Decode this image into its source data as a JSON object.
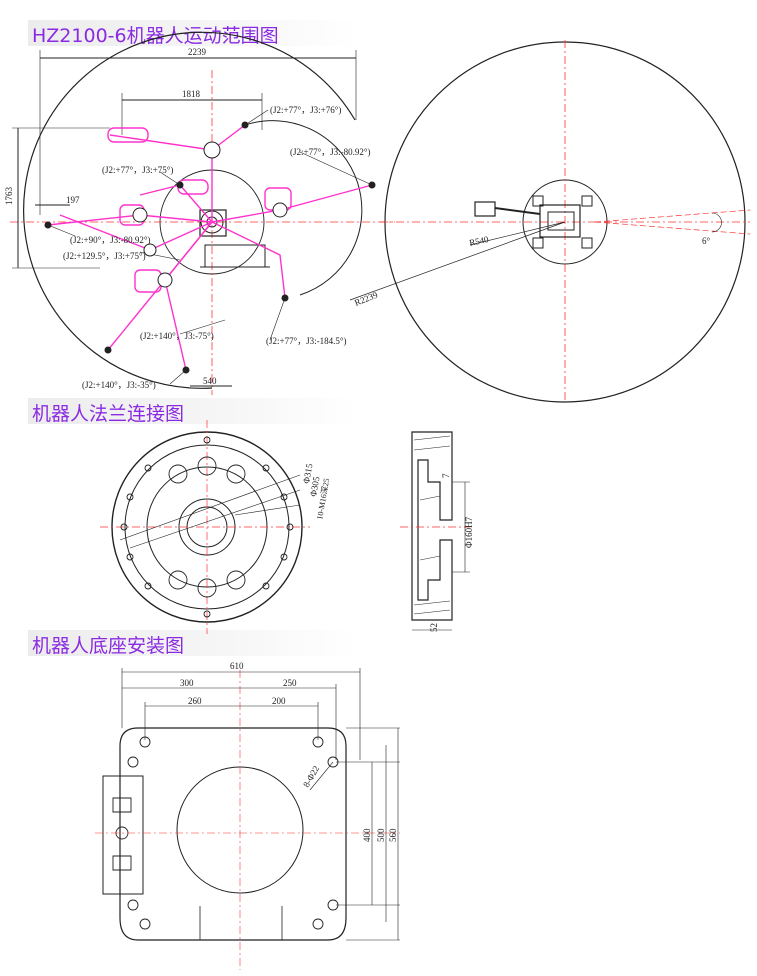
{
  "sections": {
    "range_title": "HZ2100-6机器人运动范围图",
    "flange_title": "机器人法兰连接图",
    "base_title": "机器人底座安装图"
  },
  "range": {
    "dims": {
      "d2239": "2239",
      "d1818": "1818",
      "d1763": "1763",
      "d197": "197",
      "d540": "540",
      "r540": "R540",
      "r2239": "R2239",
      "angle6": "6°"
    },
    "poses": [
      "(J2:+77°，J3:+76°)",
      "(J2:+77°，J3:-80.92°)",
      "(J2:+77°，J3:+75°)",
      "(J2:+90°，J3:-80.92°)",
      "(J2:+129.5°，J3:+75°)",
      "(J2:+140°，J3:-75°)",
      "(J2:+77°，J3:-184.5°)",
      "(J2:+140°，J3:-35°)"
    ]
  },
  "flange": {
    "dims": {
      "d315": "Φ315",
      "d305": "Φ305",
      "holes": "10-M16深25",
      "depth": "7",
      "bore": "Φ160H7",
      "thick": "52"
    }
  },
  "base": {
    "dims": {
      "w610": "610",
      "w300": "300",
      "w250": "250",
      "w260": "260",
      "w200": "200",
      "holes": "8-Φ22",
      "h400": "400",
      "h500": "500",
      "h560": "560"
    }
  },
  "colors": {
    "title": "#8a2be2",
    "arm": "#ff33cc",
    "centerline": "#ff3333",
    "line": "#222222"
  }
}
